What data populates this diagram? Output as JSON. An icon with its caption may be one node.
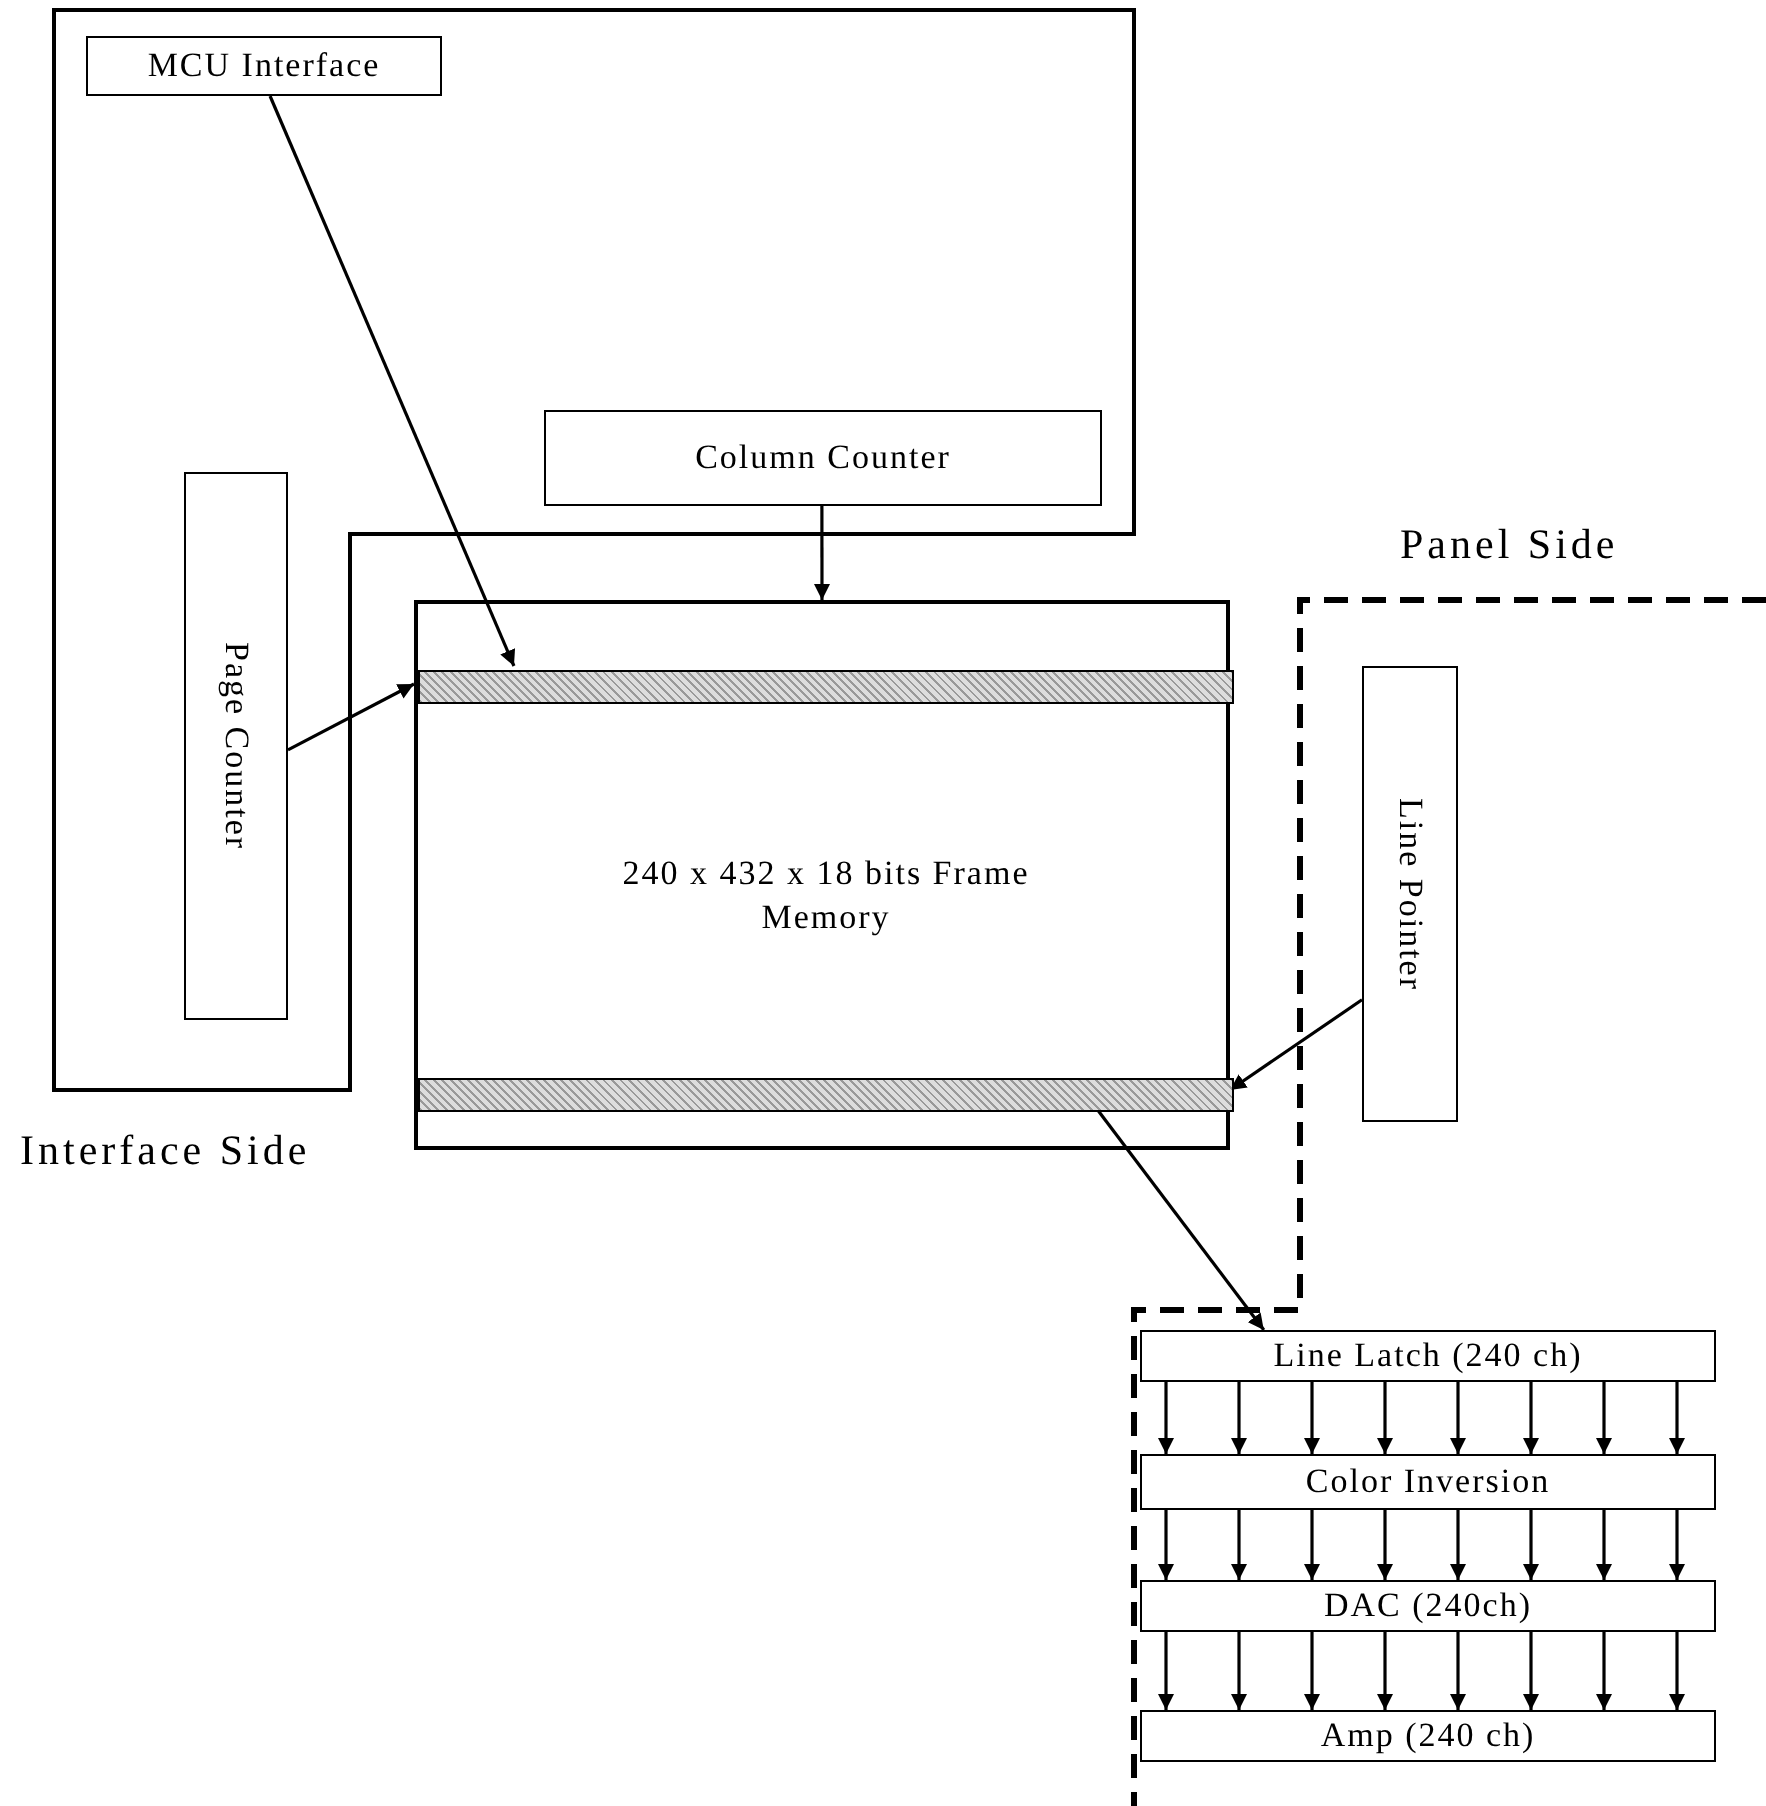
{
  "diagram": {
    "nodes": [
      {
        "text": [
          "Interface Side"
        ]
      },
      {
        "text": [
          "MCU Interface"
        ],
        "in": 0
      },
      {
        "text": [
          "Column Counter"
        ],
        "in": 0
      },
      {
        "text": [
          "Page Counter"
        ],
        "in": 0
      },
      {
        "text": [
          "240 x 432 x 18 bits Frame Memory"
        ]
      },
      {
        "text": [],
        "shape": "bar",
        "in": 4
      },
      {
        "text": [],
        "shape": "bar",
        "in": 4
      },
      {
        "text": [
          "Panel Side"
        ]
      },
      {
        "text": [
          "Line Pointer"
        ],
        "in": 7
      },
      {
        "text": [
          "Line Latch (240 ch)"
        ],
        "in": 7
      },
      {
        "text": [
          "Color Inversion"
        ],
        "in": 7
      },
      {
        "text": [
          "DAC (240ch)"
        ],
        "in": 7
      },
      {
        "text": [
          "Amp (240 ch)"
        ],
        "in": 7
      }
    ],
    "edges": [
      {
        "from": 1,
        "to": 5,
        "arrow": "to"
      },
      {
        "from": 2,
        "to": 4,
        "arrow": "to"
      },
      {
        "from": 3,
        "to": 5,
        "arrow": "to"
      },
      {
        "from": 8,
        "to": 6,
        "arrow": "to"
      },
      {
        "from": 6,
        "to": 9,
        "arrow": "to"
      },
      {
        "from": 9,
        "to": 10,
        "arrow": "to"
      },
      {
        "from": 9,
        "to": 10,
        "arrow": "to"
      },
      {
        "from": 9,
        "to": 10,
        "arrow": "to"
      },
      {
        "from": 9,
        "to": 10,
        "arrow": "to"
      },
      {
        "from": 9,
        "to": 10,
        "arrow": "to"
      },
      {
        "from": 9,
        "to": 10,
        "arrow": "to"
      },
      {
        "from": 9,
        "to": 10,
        "arrow": "to"
      },
      {
        "from": 9,
        "to": 10,
        "arrow": "to"
      },
      {
        "from": 10,
        "to": 11,
        "arrow": "to"
      },
      {
        "from": 10,
        "to": 11,
        "arrow": "to"
      },
      {
        "from": 10,
        "to": 11,
        "arrow": "to"
      },
      {
        "from": 10,
        "to": 11,
        "arrow": "to"
      },
      {
        "from": 10,
        "to": 11,
        "arrow": "to"
      },
      {
        "from": 10,
        "to": 11,
        "arrow": "to"
      },
      {
        "from": 10,
        "to": 11,
        "arrow": "to"
      },
      {
        "from": 10,
        "to": 11,
        "arrow": "to"
      },
      {
        "from": 11,
        "to": 12,
        "arrow": "to"
      },
      {
        "from": 11,
        "to": 12,
        "arrow": "to"
      },
      {
        "from": 11,
        "to": 12,
        "arrow": "to"
      },
      {
        "from": 11,
        "to": 12,
        "arrow": "to"
      },
      {
        "from": 11,
        "to": 12,
        "arrow": "to"
      },
      {
        "from": 11,
        "to": 12,
        "arrow": "to"
      },
      {
        "from": 11,
        "to": 12,
        "arrow": "to"
      },
      {
        "from": 11,
        "to": 12,
        "arrow": "to"
      }
    ]
  }
}
